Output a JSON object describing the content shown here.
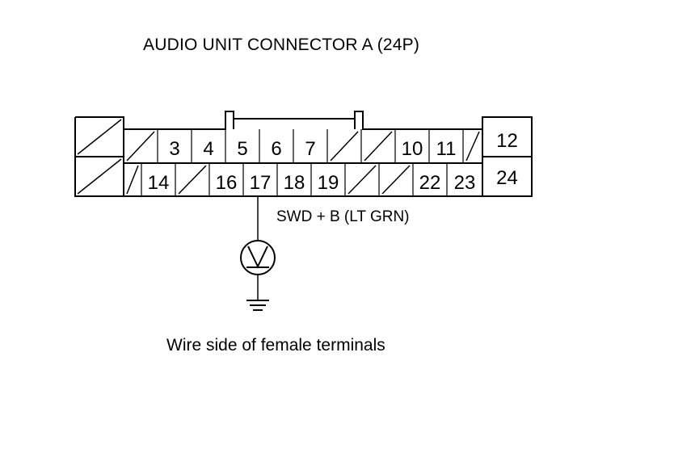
{
  "title": "AUDIO UNIT CONNECTOR A (24P)",
  "caption": "Wire side of female terminals",
  "connector": {
    "row_top": [
      {
        "label": "",
        "blank": true
      },
      {
        "label": "3"
      },
      {
        "label": "4"
      },
      {
        "label": "5"
      },
      {
        "label": "6"
      },
      {
        "label": "7"
      },
      {
        "label": "",
        "blank": true
      },
      {
        "label": "",
        "blank": true
      },
      {
        "label": "10"
      },
      {
        "label": "11"
      },
      {
        "label": "",
        "blank": true
      },
      {
        "label": "12"
      }
    ],
    "row_bottom": [
      {
        "label": "",
        "blank": true
      },
      {
        "label": "14"
      },
      {
        "label": "",
        "blank": true
      },
      {
        "label": "16"
      },
      {
        "label": "17"
      },
      {
        "label": "18"
      },
      {
        "label": "19"
      },
      {
        "label": "",
        "blank": true
      },
      {
        "label": "",
        "blank": true
      },
      {
        "label": "22"
      },
      {
        "label": "23"
      },
      {
        "label": "24"
      }
    ]
  },
  "probe": {
    "terminal": "17",
    "signal_label": "SWD  + B (LT GRN)",
    "meter_symbol": "V",
    "meter_icon": "voltmeter-icon",
    "ground_icon": "ground-icon"
  },
  "colors": {
    "line": "#000000",
    "background": "#ffffff"
  }
}
